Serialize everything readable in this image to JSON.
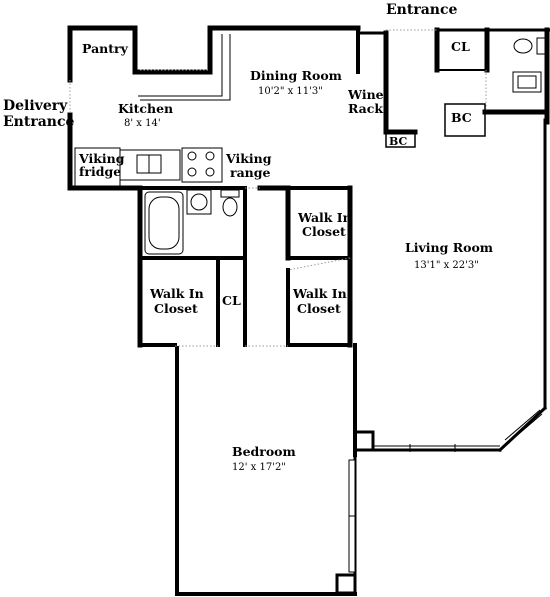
{
  "labels": {
    "entrance": "Entrance",
    "delivery_1": "Delivery",
    "delivery_2": "Entrance",
    "pantry": "Pantry",
    "dining_room": "Dining Room",
    "dining_dims": "10'2\" x 11'3\"",
    "kitchen": "Kitchen",
    "kitchen_dims": "8' x 14'",
    "wine_1": "Wine",
    "wine_2": "Rack",
    "cl_top": "CL",
    "bc_top": "BC",
    "bc_small": "BC",
    "viking_fridge_1": "Viking",
    "viking_fridge_2": "fridge",
    "viking_range_1": "Viking",
    "viking_range_2": "range",
    "walk_in_closet_1a": "Walk In",
    "walk_in_closet_1b": "Closet",
    "walk_in_closet_2a": "Walk In",
    "walk_in_closet_2b": "Closet",
    "walk_in_closet_3a": "Walk In",
    "walk_in_closet_3b": "Closet",
    "cl_mid": "CL",
    "living_room": "Living Room",
    "living_dims": "13'1\" x 22'3\"",
    "bedroom": "Bedroom",
    "bedroom_dims": "12' x 17'2\""
  }
}
